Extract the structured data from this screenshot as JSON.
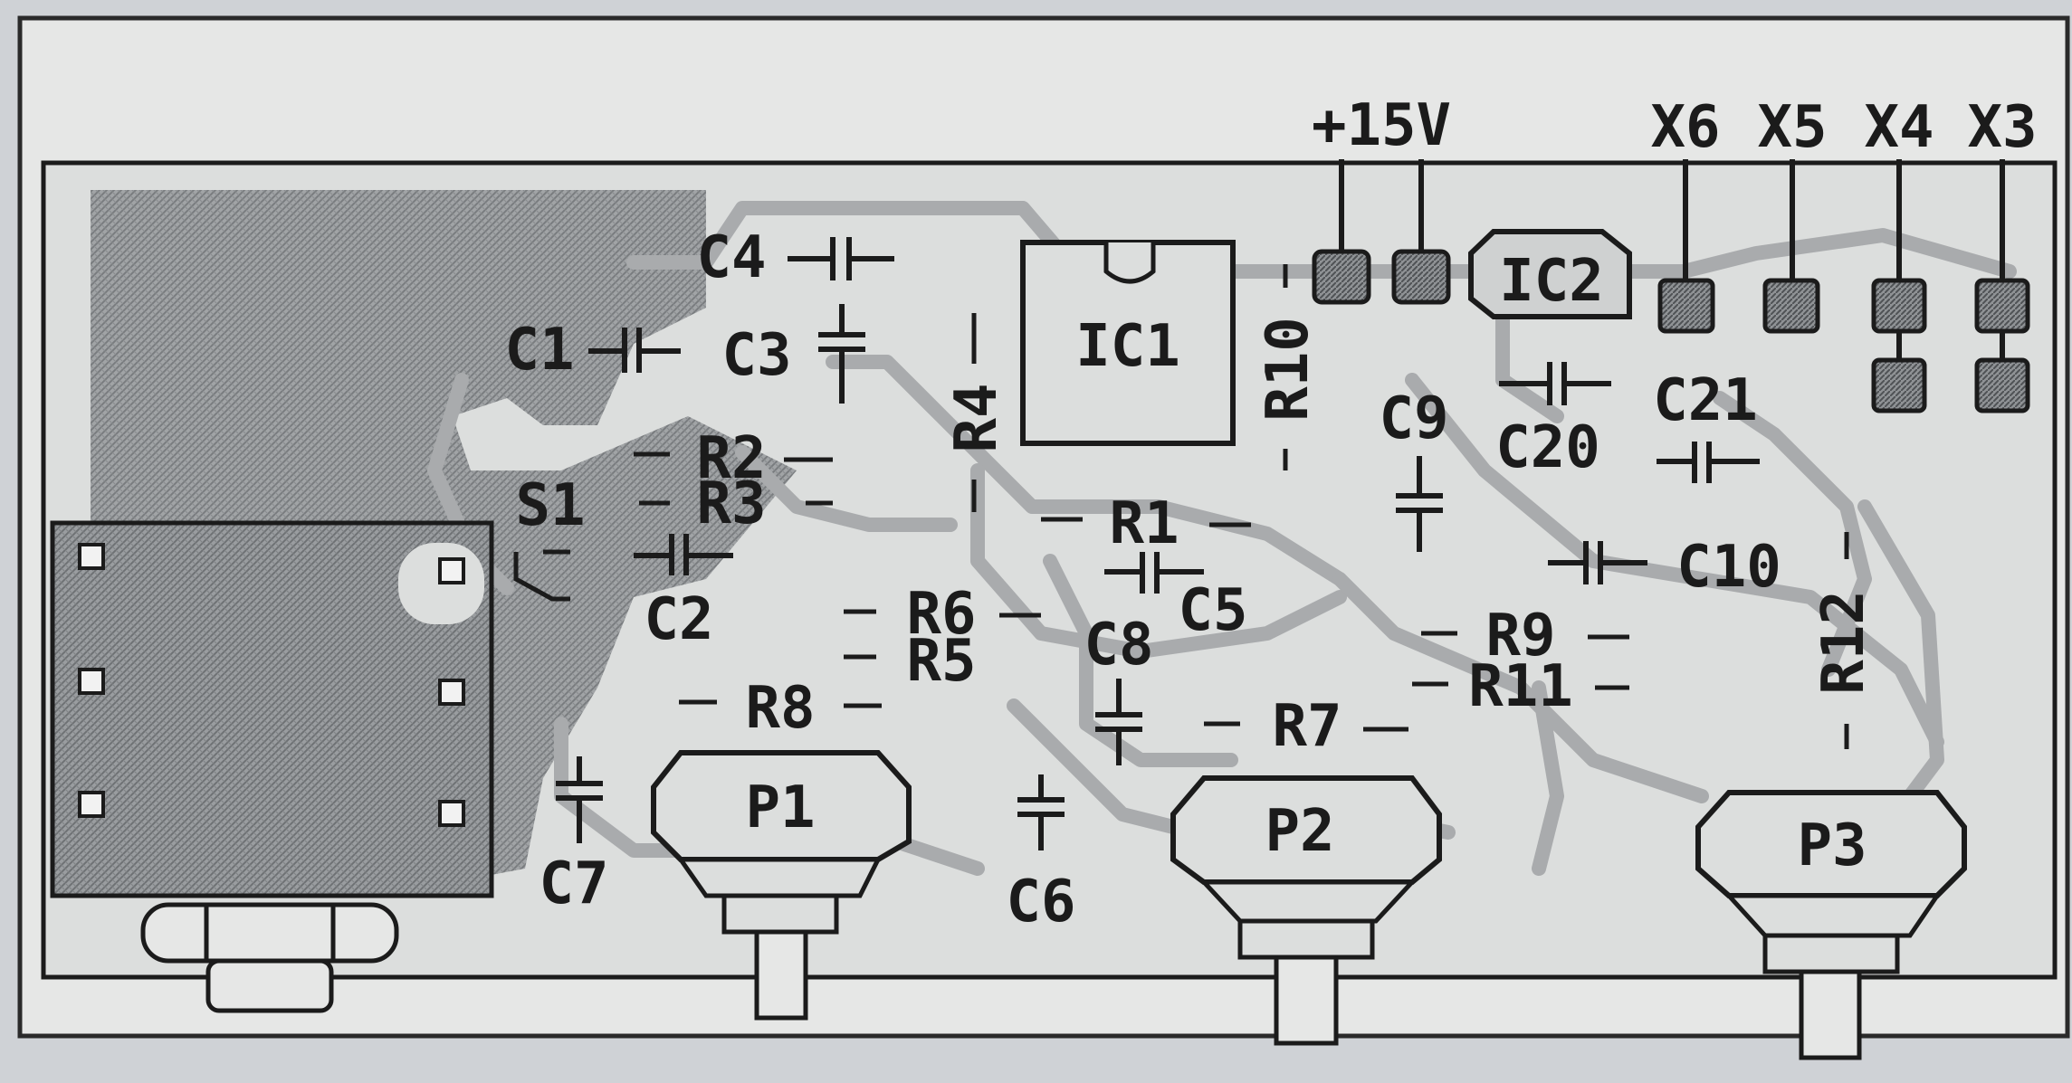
{
  "supply": {
    "plus15v": "+15V"
  },
  "connectors": {
    "x6": "X6",
    "x5": "X5",
    "x4": "X4",
    "x3": "X3"
  },
  "ics": {
    "ic1": "IC1",
    "ic2": "IC2"
  },
  "switch": {
    "s1": "S1"
  },
  "resistors": {
    "r1": "R1",
    "r2": "R2",
    "r3": "R3",
    "r4": "R4",
    "r5": "R5",
    "r6": "R6",
    "r7": "R7",
    "r8": "R8",
    "r9": "R9",
    "r10": "R10",
    "r11": "R11",
    "r12": "R12"
  },
  "capacitors": {
    "c1": "C1",
    "c2": "C2",
    "c3": "C3",
    "c4": "C4",
    "c5": "C5",
    "c6": "C6",
    "c7": "C7",
    "c8": "C8",
    "c9": "C9",
    "c10": "C10",
    "c20": "C20",
    "c21": "C21"
  },
  "pots": {
    "p1": "P1",
    "p2": "P2",
    "p3": "P3"
  },
  "colors": {
    "background": "#cfd2d6",
    "paper": "#e6e7e6",
    "ink": "#1b1b1b",
    "copper_fill": "#8a8d90",
    "trace": "#b3b5b7"
  }
}
